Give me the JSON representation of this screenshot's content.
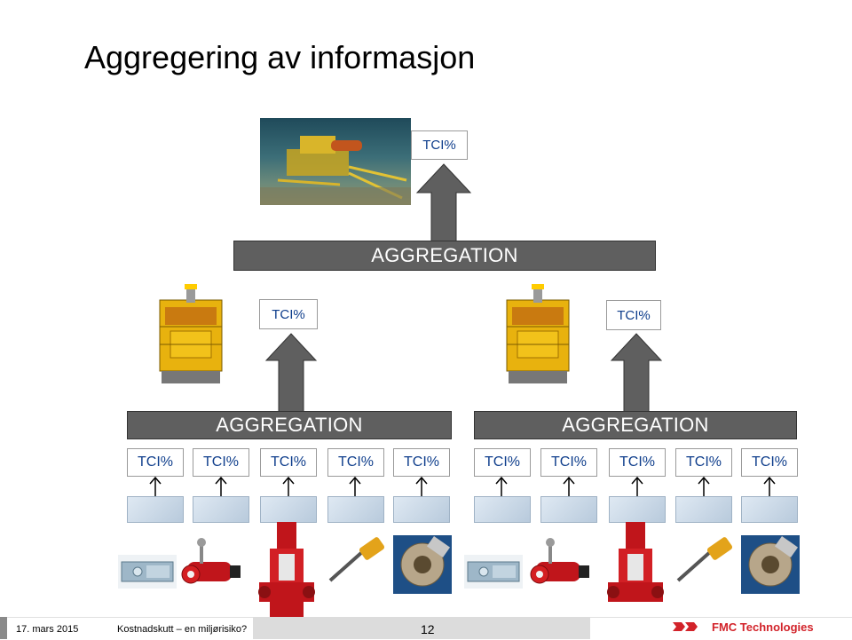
{
  "title": "Aggregering av informasjon",
  "top_tci": "TCI%",
  "aggregation_top": "AGGREGATION",
  "mid_tci_left": "TCI%",
  "mid_tci_right": "TCI%",
  "aggregation_left": "AGGREGATION",
  "aggregation_right": "AGGREGATION",
  "bottom_tci": [
    "TCI%",
    "TCI%",
    "TCI%",
    "TCI%",
    "TCI%",
    "TCI%",
    "TCI%",
    "TCI%",
    "TCI%",
    "TCI%"
  ],
  "footer": {
    "date": "17. mars 2015",
    "subtitle": "Kostnadskutt – en miljørisiko?",
    "page": "12",
    "logo": "FMC Technologies"
  },
  "colors": {
    "arrow": "#5f5f5f",
    "aggregation_bar": "#5f5f5f",
    "tci_text": "#0f3e8c",
    "footer_gray": "#dcdcdc",
    "footer_dark": "#8a8a8a",
    "logo_red": "#d2232a"
  }
}
